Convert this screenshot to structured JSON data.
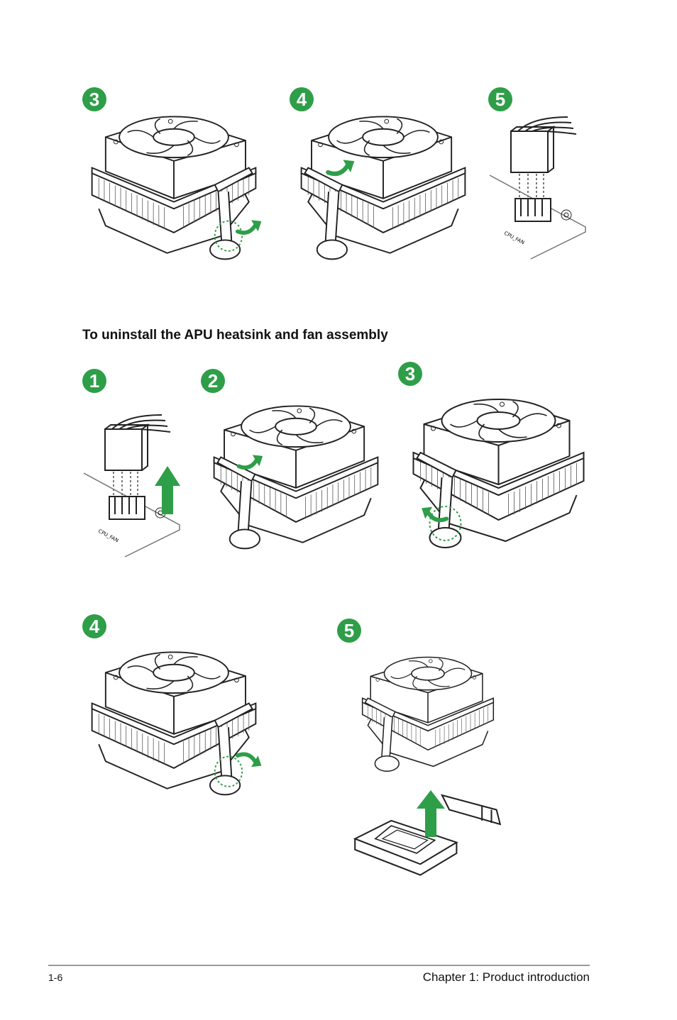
{
  "install_steps": [
    "3",
    "4",
    "5"
  ],
  "section_heading": "To uninstall the APU heatsink and fan assembly",
  "uninstall_steps": [
    "1",
    "2",
    "3",
    "4",
    "5"
  ],
  "connector_label": "CPU_FAN",
  "footer": {
    "page_number": "1-6",
    "chapter": "Chapter 1: Product introduction"
  },
  "colors": {
    "accent_green": "#2e9e48"
  }
}
